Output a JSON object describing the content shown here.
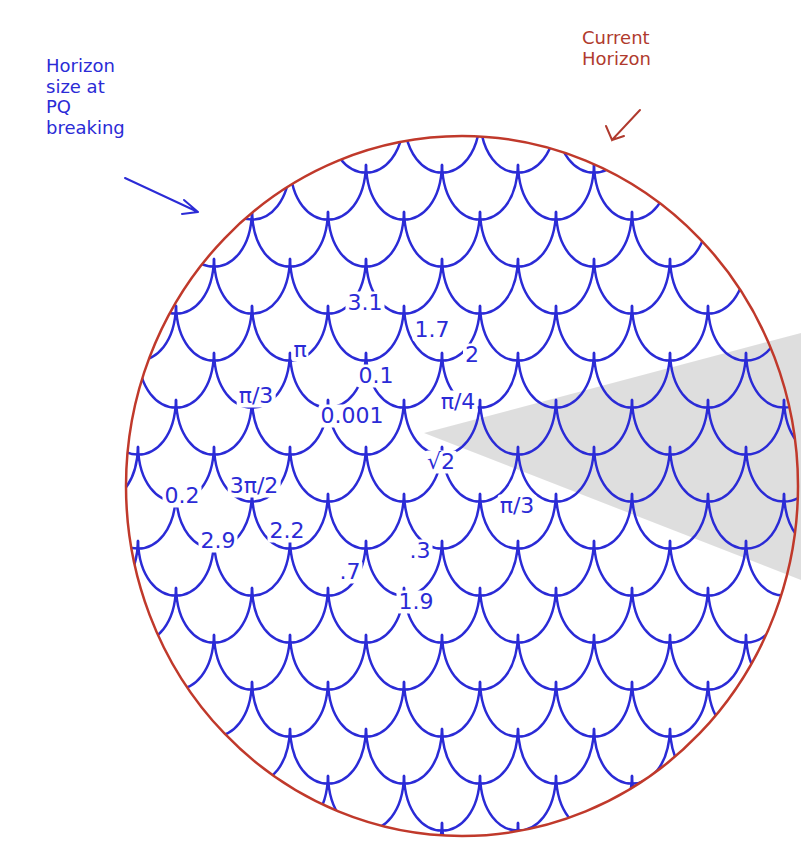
{
  "diagram": {
    "labels": [
      "Current Horizon",
      "Horizon size at PQ breaking",
      "3.1",
      "1.7",
      "π",
      "0.1",
      "2",
      "π/3",
      "0.001",
      "π/4",
      "0.2",
      "3π/2",
      "√2",
      "π/3",
      "2.9",
      "2.2",
      ".7",
      ".3",
      "1.9"
    ]
  }
}
